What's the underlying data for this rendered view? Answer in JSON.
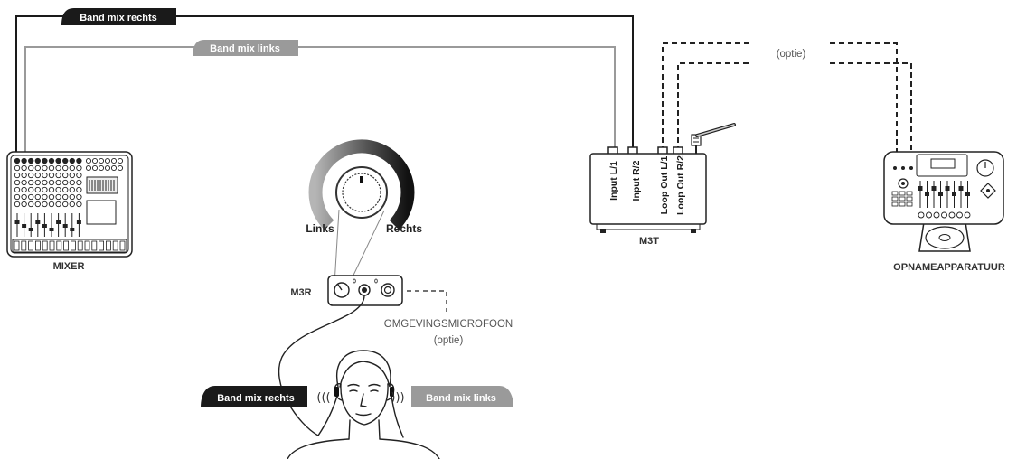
{
  "connections": {
    "band_mix_right": "Band mix rechts",
    "band_mix_left": "Band mix links",
    "optional": "(optie)"
  },
  "devices": {
    "mixer": "MIXER",
    "m3t": {
      "name": "M3T",
      "ports": [
        "Input L/1",
        "Input R/2",
        "Loop Out L/1",
        "Loop Out R/2"
      ]
    },
    "recorder": "OPNAMEAPPARATUUR",
    "m3r": "M3R",
    "ambient_mic": {
      "name": "OMGEVINGSMICROFOON",
      "note": "(optie)"
    }
  },
  "pan_knob": {
    "left": "Links",
    "right": "Rechts"
  },
  "listener": {
    "right_label": "Band mix rechts",
    "left_label": "Band mix links",
    "sound_left": "(((",
    "sound_right": ")))"
  },
  "colors": {
    "right_mix": "#1a1a1a",
    "left_mix": "#9a9a9a",
    "optional_line": "#222222"
  }
}
